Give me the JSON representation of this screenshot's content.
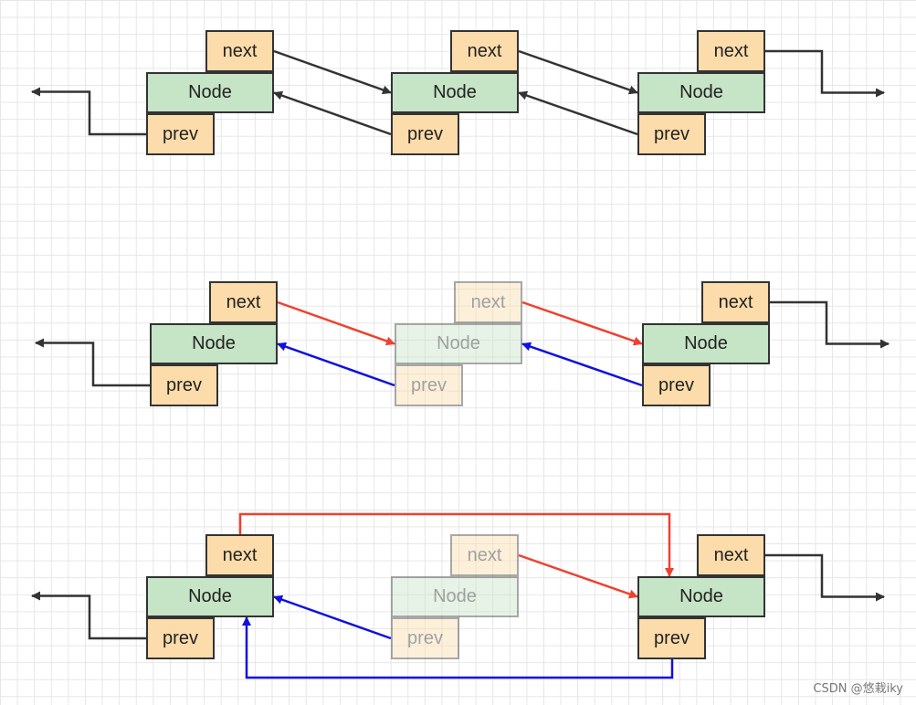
{
  "labels": {
    "next": "next",
    "node": "Node",
    "prev": "prev"
  },
  "colors": {
    "node_fill": "#c6e4c6",
    "pointer_fill": "#fcdcaa",
    "border": "#333333",
    "default_arrow": "#333333",
    "next_relink_arrow": "#f04030",
    "prev_relink_arrow": "#1010e0"
  },
  "rows": [
    {
      "id": "original",
      "nodes": [
        {
          "faded": false
        },
        {
          "faded": false
        },
        {
          "faded": false
        }
      ]
    },
    {
      "id": "target-links",
      "nodes": [
        {
          "faded": false
        },
        {
          "faded": true
        },
        {
          "faded": false
        }
      ]
    },
    {
      "id": "after-removal",
      "nodes": [
        {
          "faded": false
        },
        {
          "faded": true
        },
        {
          "faded": false
        }
      ]
    }
  ],
  "watermark": "CSDN @悠栽iky"
}
